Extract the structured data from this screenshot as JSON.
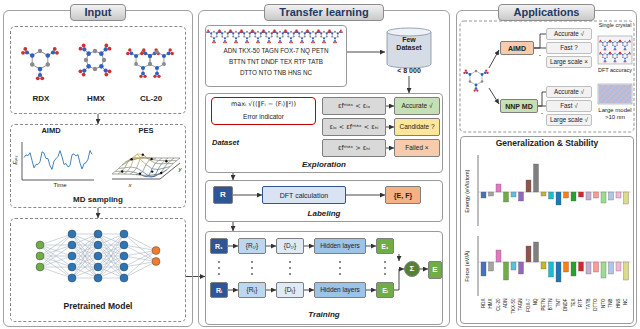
{
  "diagram": {
    "nodes": [
      {
        "text": [
          "Input"
        ]
      },
      {
        "text": [
          "RDX",
          "HMX",
          "CL-20"
        ],
        "in": 0
      },
      {
        "text": [
          "AIMD",
          "PES",
          "MD sampling"
        ],
        "in": 0
      },
      {
        "text": [
          "Pretrained Model"
        ],
        "in": 0
      },
      {
        "text": [
          "Transfer learning"
        ]
      },
      {
        "text": [
          "ADN TKX-50 TAGN FOX-7 NQ PETN",
          "BTTN TNT DNDF TEX RTF TATB",
          "DTTO NTO TNB HNS NC"
        ],
        "in": 4
      },
      {
        "text": [
          "Few Dataset",
          "< 8 000"
        ],
        "in": 4
      },
      {
        "text": [
          "Exploration"
        ],
        "in": 4
      },
      {
        "text": [
          "maxᵢ √(⟨‖Fᵢ − ⟨Fᵢ⟩‖²⟩)",
          "Error indicator"
        ],
        "in": 7
      },
      {
        "text": [
          "εfᵐᵃˣ < εₗₒ"
        ],
        "in": 7
      },
      {
        "text": [
          "εₗₒ < εfᵐᵃˣ < εₕᵢ"
        ],
        "in": 7
      },
      {
        "text": [
          "εfᵐᵃˣ > εₕᵢ"
        ],
        "in": 7
      },
      {
        "text": [
          "Accurate √"
        ],
        "in": 7
      },
      {
        "text": [
          "Candidate ?"
        ],
        "in": 7
      },
      {
        "text": [
          "Failed ×"
        ],
        "in": 7
      },
      {
        "text": [
          "Labeling"
        ],
        "in": 4
      },
      {
        "text": [
          "R"
        ],
        "in": 15
      },
      {
        "text": [
          "DFT calculation"
        ],
        "in": 15
      },
      {
        "text": [
          "{E, F}"
        ],
        "in": 15
      },
      {
        "text": [
          "Training"
        ],
        "in": 4
      },
      {
        "text": [
          "R₁"
        ],
        "in": 19
      },
      {
        "text": [
          "{R₁ᵢ}"
        ],
        "in": 19
      },
      {
        "text": [
          "{D₁ᵢ}"
        ],
        "in": 19
      },
      {
        "text": [
          "Hidden layers"
        ],
        "in": 19
      },
      {
        "text": [
          "E₁"
        ],
        "in": 19
      },
      {
        "text": [
          "Rᵢ"
        ],
        "in": 19
      },
      {
        "text": [
          "{Rᵢⱼ}"
        ],
        "in": 19
      },
      {
        "text": [
          "{Dᵢⱼ}"
        ],
        "in": 19
      },
      {
        "text": [
          "Hidden layers"
        ],
        "in": 19
      },
      {
        "text": [
          "Eᵢ"
        ],
        "in": 19
      },
      {
        "text": [
          "Σ"
        ],
        "in": 19
      },
      {
        "text": [
          "E"
        ],
        "in": 19
      },
      {
        "text": [
          "Applications"
        ]
      },
      {
        "text": [
          "AIMD"
        ],
        "in": 32
      },
      {
        "text": [
          "Accurate √"
        ],
        "in": 32
      },
      {
        "text": [
          "Fast ?"
        ],
        "in": 32
      },
      {
        "text": [
          "Large scale ×"
        ],
        "in": 32
      },
      {
        "text": [
          "NNP MD"
        ],
        "in": 32
      },
      {
        "text": [
          "Accurate √"
        ],
        "in": 32
      },
      {
        "text": [
          "Fast √"
        ],
        "in": 32
      },
      {
        "text": [
          "Large scale √"
        ],
        "in": 32
      },
      {
        "text": [
          "Generalization & Stability"
        ],
        "in": 32
      }
    ],
    "edges": [
      {
        "from": 1,
        "to": 2,
        "arrow": "to"
      },
      {
        "from": 2,
        "to": 3,
        "arrow": "to"
      },
      {
        "from": 3,
        "to": 19,
        "arrow": "to"
      },
      {
        "from": 5,
        "to": 6,
        "arrow": "to"
      },
      {
        "from": 6,
        "to": 7,
        "arrow": "to"
      },
      {
        "from": 9,
        "to": 12,
        "arrow": "to"
      },
      {
        "from": 10,
        "to": 13,
        "arrow": "to"
      },
      {
        "from": 11,
        "to": 14,
        "arrow": "to"
      },
      {
        "from": 7,
        "to": 15,
        "arrow": "to"
      },
      {
        "from": 16,
        "to": 17,
        "arrow": "to"
      },
      {
        "from": 17,
        "to": 18,
        "arrow": "to"
      },
      {
        "from": 15,
        "to": 19,
        "arrow": "to"
      },
      {
        "from": 20,
        "to": 21,
        "arrow": "to"
      },
      {
        "from": 21,
        "to": 22,
        "arrow": "to"
      },
      {
        "from": 22,
        "to": 23,
        "arrow": "to"
      },
      {
        "from": 23,
        "to": 24,
        "arrow": "to"
      },
      {
        "from": 25,
        "to": 26,
        "arrow": "to"
      },
      {
        "from": 26,
        "to": 27,
        "arrow": "to"
      },
      {
        "from": 27,
        "to": 28,
        "arrow": "to"
      },
      {
        "from": 28,
        "to": 29,
        "arrow": "to"
      },
      {
        "from": 24,
        "to": 30,
        "arrow": "to"
      },
      {
        "from": 29,
        "to": 30,
        "arrow": "to"
      },
      {
        "from": 30,
        "to": 31,
        "arrow": "to"
      },
      {
        "from": 33,
        "to": 34,
        "arrow": "none"
      },
      {
        "from": 33,
        "to": 35,
        "arrow": "none"
      },
      {
        "from": 33,
        "to": 36,
        "arrow": "none"
      },
      {
        "from": 37,
        "to": 38,
        "arrow": "none"
      },
      {
        "from": 37,
        "to": 39,
        "arrow": "none"
      },
      {
        "from": 37,
        "to": 40,
        "arrow": "none"
      }
    ],
    "labels": [
      "Eₜₒₜ",
      "Time",
      "x",
      "y",
      "Dataset",
      "Single crystal",
      "DFT accuracy",
      "Large model >10 nm",
      "Energy (eV/atom)",
      "Force (eV/Å)",
      "RDX",
      "HMX",
      "CL-20",
      "ADN",
      "TKX-50",
      "TAGN",
      "FOX-7",
      "NQ",
      "PETN",
      "BTTN",
      "TNT",
      "DNDF",
      "TEX",
      "RTF",
      "TATB",
      "DTTO",
      "NTO",
      "TNB",
      "HNS",
      "NC"
    ]
  }
}
